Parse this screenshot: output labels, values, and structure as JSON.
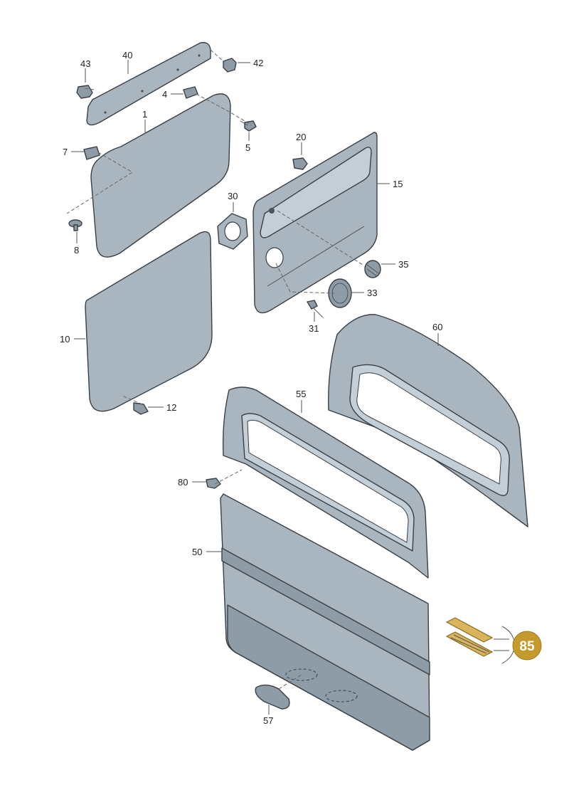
{
  "callouts": {
    "c43": "43",
    "c40": "40",
    "c42": "42",
    "c4": "4",
    "c1": "1",
    "c5": "5",
    "c7": "7",
    "c20": "20",
    "c15": "15",
    "c30": "30",
    "c8": "8",
    "c35": "35",
    "c33": "33",
    "c31": "31",
    "c10": "10",
    "c60": "60",
    "c12": "12",
    "c55": "55",
    "c80": "80",
    "c50": "50",
    "c57": "57",
    "c85": "85"
  },
  "colors": {
    "panel": "#a9b6c0",
    "outline": "#3a3f45",
    "badge": "#c39a2b",
    "filter_gold": "#d9b45a"
  }
}
